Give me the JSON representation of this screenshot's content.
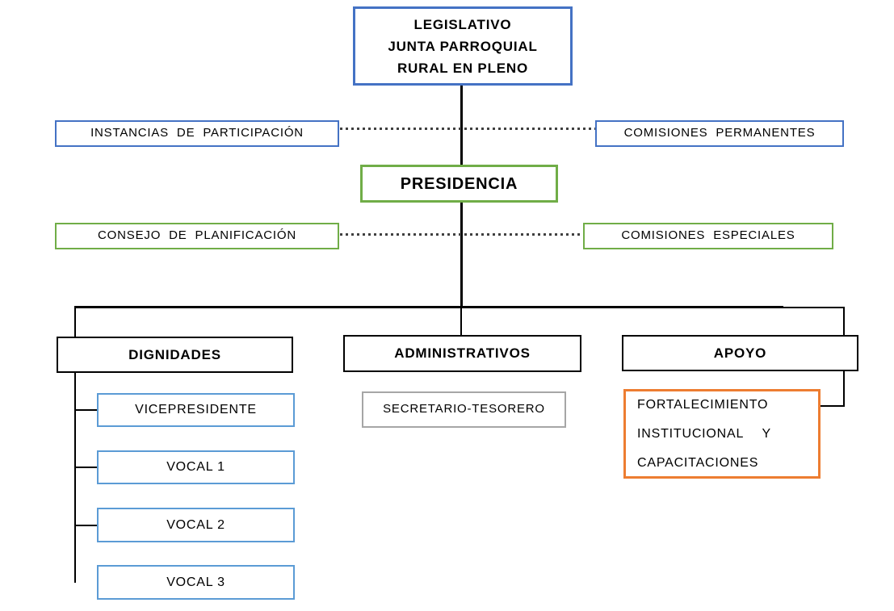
{
  "diagram": {
    "type": "org-chart",
    "nodes": {
      "legislativo": {
        "lines": [
          "LEGISLATIVO",
          "JUNTA PARROQUIAL",
          "RURAL EN PLENO"
        ]
      },
      "instancias_de_participacion": {
        "label": "INSTANCIAS DE PARTICIPACIÓN"
      },
      "comisiones_permanentes": {
        "label": "COMISIONES PERMANENTES"
      },
      "presidencia": {
        "label": "PRESIDENCIA"
      },
      "consejo_de_planificacion": {
        "label": "CONSEJO DE PLANIFICACIÓN"
      },
      "comisiones_especiales": {
        "label": "COMISIONES ESPECIALES"
      },
      "dignidades": {
        "label": "DIGNIDADES"
      },
      "administrativos": {
        "label": "ADMINISTRATIVOS"
      },
      "apoyo": {
        "label": "APOYO"
      },
      "vicepresidente": {
        "label": "VICEPRESIDENTE"
      },
      "vocal_1": {
        "label": "VOCAL 1"
      },
      "vocal_2": {
        "label": "VOCAL 2"
      },
      "vocal_3": {
        "label": "VOCAL 3"
      },
      "secretario_tesorero": {
        "label": "SECRETARIO-TESORERO"
      },
      "fortalecimiento": {
        "lines": [
          "FORTALECIMIENTO",
          "INSTITUCIONAL Y",
          "CAPACITACIONES"
        ]
      }
    },
    "colors": {
      "blue_border": "#4472C4",
      "green_border": "#70AD47",
      "light_blue_border": "#5B9BD5",
      "orange_border": "#ED7D31",
      "gray_border": "#A6A6A6",
      "black_border": "#000000",
      "connector": "#000000",
      "dotted_connector": "#404040"
    }
  }
}
